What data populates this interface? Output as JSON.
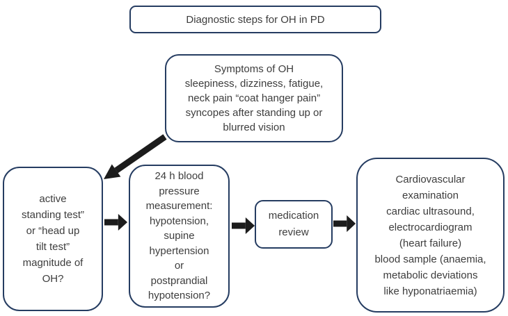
{
  "colors": {
    "background": "#ffffff",
    "box_border": "#253c61",
    "box_fill": "#ffffff",
    "text": "#3d3d3d",
    "arrow": "#1c1c1c"
  },
  "title": {
    "label": "Diagnostic steps for OH in PD"
  },
  "symptoms": {
    "lines": [
      "Symptoms of OH",
      "sleepiness, dizziness, fatigue,",
      "neck pain “coat hanger pain”",
      "syncopes after standing up or",
      "blurred vision"
    ]
  },
  "steps": [
    {
      "name": "standing-tilt-test",
      "lines": [
        "active",
        "standing test”",
        "or “head up",
        "tilt test”",
        "magnitude of",
        "OH?"
      ]
    },
    {
      "name": "bp-measurement",
      "lines": [
        "24 h blood",
        "pressure",
        "measurement:",
        "hypotension,",
        "supine",
        "hypertension",
        "or",
        "postprandial",
        "hypotension?"
      ]
    },
    {
      "name": "medication-review",
      "lines": [
        "medication",
        "review"
      ]
    },
    {
      "name": "cardiovascular-workup",
      "lines": [
        "Cardiovascular",
        "examination",
        "cardiac ultrasound,",
        "electrocardiogram",
        "(heart failure)",
        "blood sample (anaemia,",
        "metabolic deviations",
        "like hyponatriaemia)"
      ]
    }
  ],
  "arrows": [
    {
      "name": "arrow-symptoms-to-standing-test",
      "direction": "down-left"
    },
    {
      "name": "arrow-standing-test-to-bp",
      "direction": "right"
    },
    {
      "name": "arrow-bp-to-medication",
      "direction": "right"
    },
    {
      "name": "arrow-medication-to-cardio",
      "direction": "right"
    }
  ]
}
